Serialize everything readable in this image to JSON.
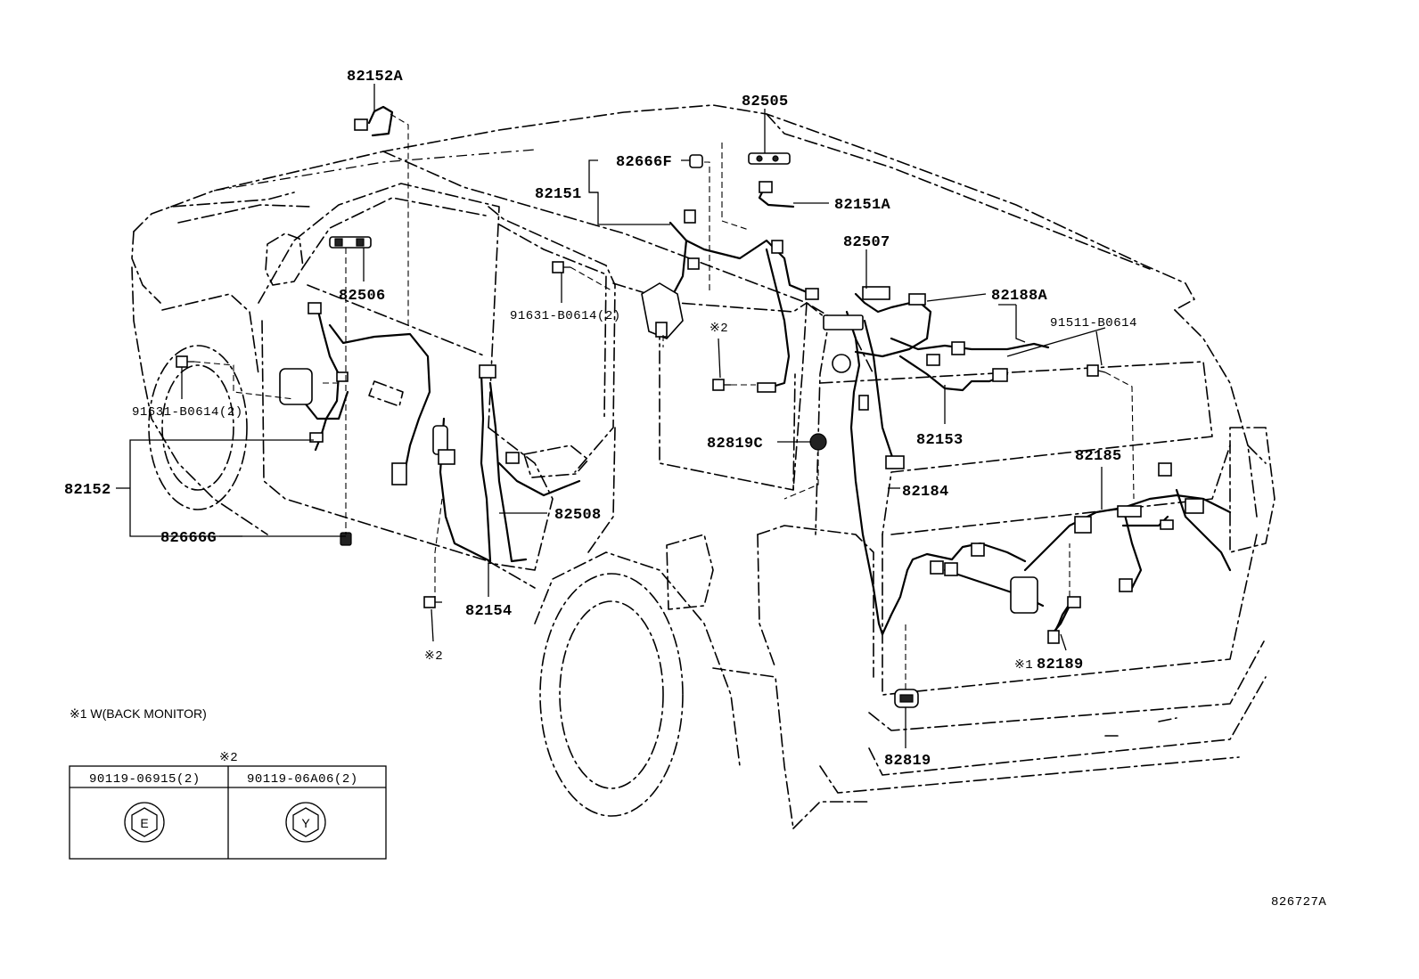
{
  "diagram_id": "826727A",
  "parts": {
    "p82152A": "82152A",
    "p82505": "82505",
    "p82666F": "82666F",
    "p82151": "82151",
    "p82151A": "82151A",
    "p82507": "82507",
    "p82188A": "82188A",
    "p91511": "91511-B0614",
    "p82506": "82506",
    "p91631a": "91631-B0614(2)",
    "p91631b": "91631-B0614(2)",
    "p82153": "82153",
    "p82819C": "82819C",
    "p82184": "82184",
    "p82185": "82185",
    "p82152": "82152",
    "p82508": "82508",
    "p82666G": "82666G",
    "p82154": "82154",
    "p82189": "82189",
    "p82819": "82819"
  },
  "marks": {
    "m2_a": "※2",
    "m2_b": "※2",
    "m1": "※1"
  },
  "legend": {
    "note1": "※1 W(BACK MONITOR)",
    "table_mark": "※2",
    "col1_part": "90119-06915(2)",
    "col2_part": "90119-06A06(2)",
    "col1_symbol": "E",
    "col2_symbol": "Y"
  }
}
